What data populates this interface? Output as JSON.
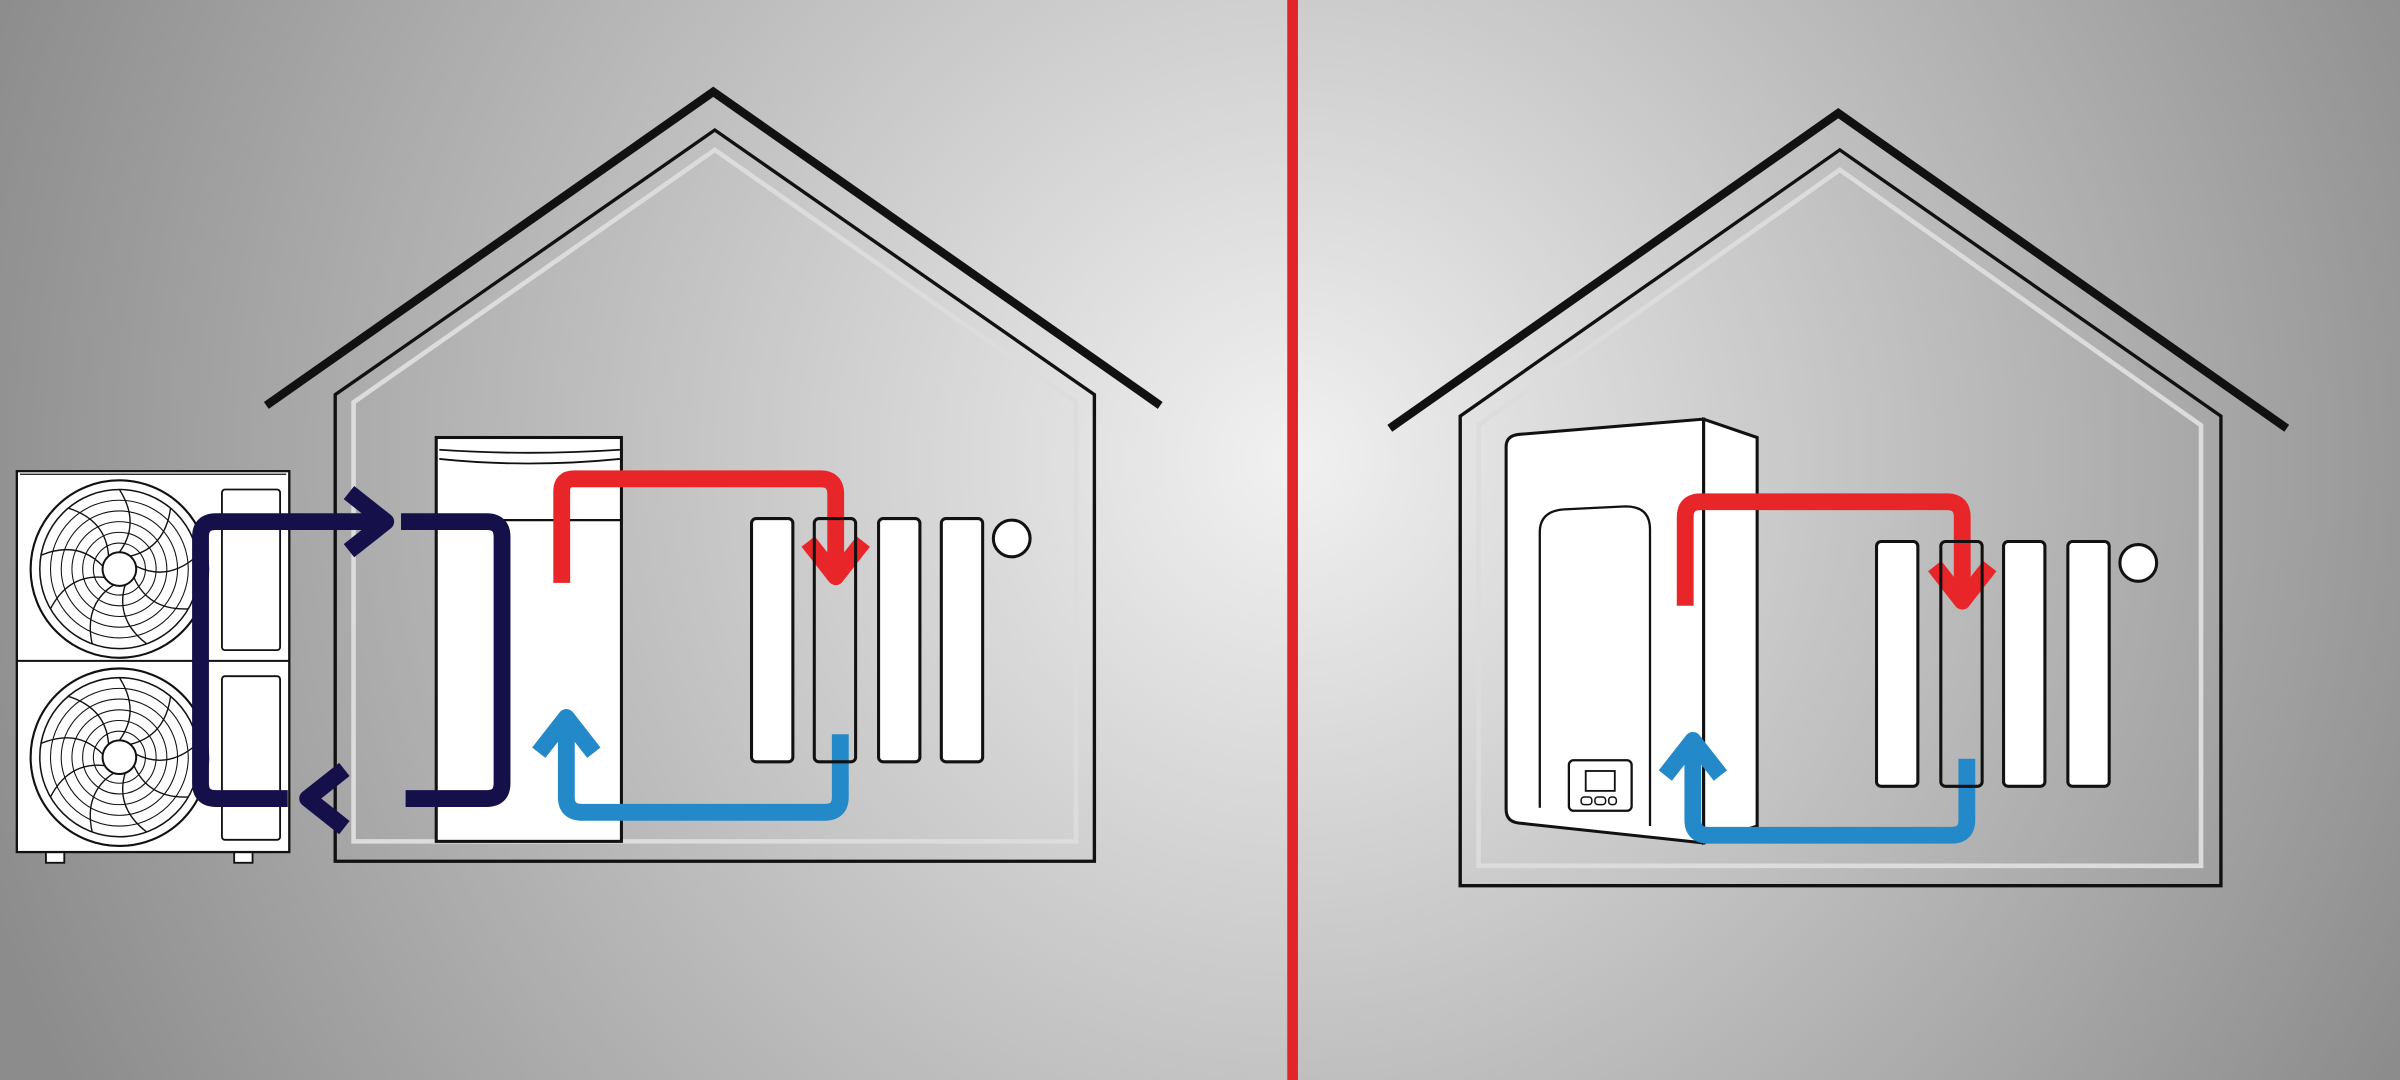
{
  "scene": {
    "background_center": "#f1f1f1",
    "background_edge": "#8c8c8c",
    "divider_color": "#e0262a",
    "outline_color": "#111111"
  },
  "flows": {
    "hot_color": "#e8262a",
    "cold_color": "#2389c8",
    "refrigerant_color": "#15104a"
  },
  "panels": [
    {
      "system": "split",
      "components": [
        "house",
        "outdoor-unit",
        "indoor-unit",
        "radiator",
        "thermostat"
      ],
      "radiator_sections": 4,
      "fans": 2
    },
    {
      "system": "monobloc",
      "components": [
        "house",
        "boiler-unit",
        "control-panel",
        "radiator",
        "thermostat"
      ],
      "radiator_sections": 4
    }
  ]
}
